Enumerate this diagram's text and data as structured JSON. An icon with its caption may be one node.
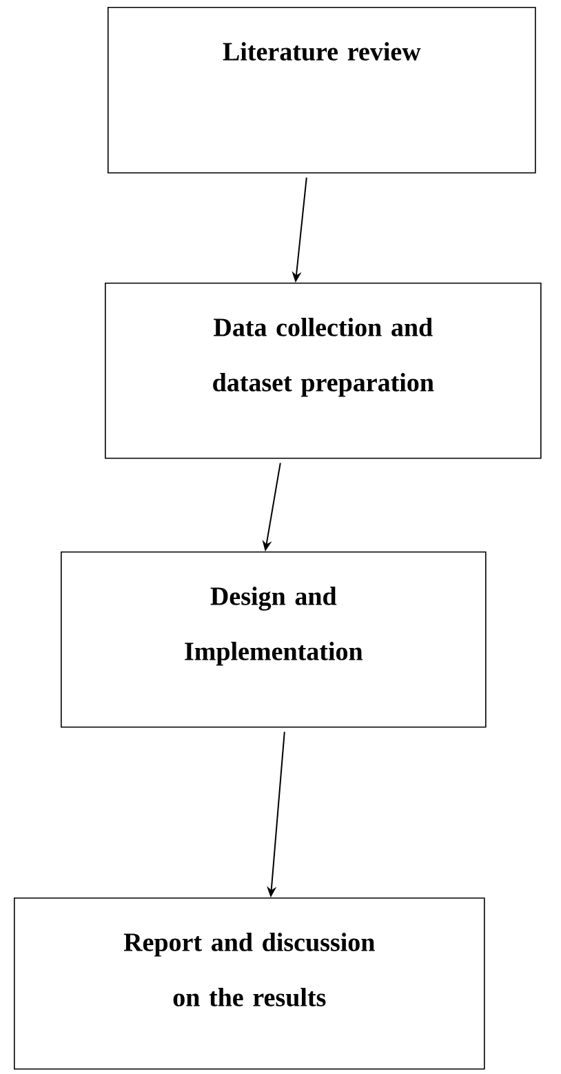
{
  "diagram": {
    "nodes": [
      {
        "text": [
          "Literature review"
        ]
      },
      {
        "text": [
          "Data collection and dataset preparation"
        ]
      },
      {
        "text": [
          "Design and Implementation"
        ]
      },
      {
        "text": [
          "Report and discussion on the results"
        ]
      }
    ],
    "edges": [
      {
        "from": 0,
        "to": 1,
        "arrow": "to"
      },
      {
        "from": 1,
        "to": 2,
        "arrow": "to"
      },
      {
        "from": 2,
        "to": 3,
        "arrow": "to"
      }
    ]
  }
}
